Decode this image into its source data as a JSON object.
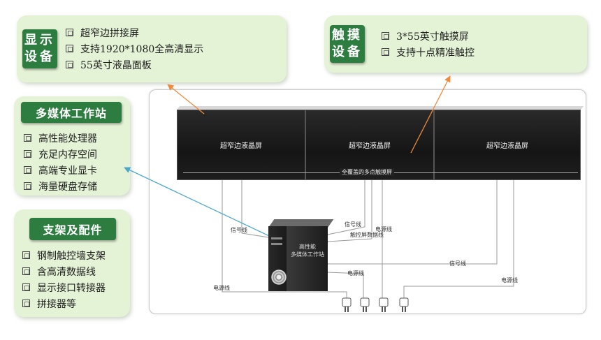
{
  "display_box": {
    "badge": "显示\n设备",
    "items": [
      "超窄边拼接屏",
      "支持1920*1080全高清显示",
      "55英寸液晶面板"
    ]
  },
  "touch_box": {
    "badge": "触摸\n设备",
    "items": [
      "3*55英寸触摸屏",
      "支持十点精准触控"
    ]
  },
  "media_box": {
    "badge": "多媒体工作站",
    "items": [
      "高性能处理器",
      "充足内存空间",
      "高端专业显卡",
      "海量硬盘存储"
    ]
  },
  "bracket_box": {
    "badge": "支架及配件",
    "items": [
      "钢制触控墙支架",
      "含高清数据线",
      "显示接口转接器",
      "拼接器等"
    ]
  },
  "screens": {
    "panel_labels": [
      "超窄边液晶屏",
      "超窄边液晶屏",
      "超窄边液晶屏"
    ],
    "touch_label": "全覆盖的多点触摸屏"
  },
  "workstation": {
    "label": "高性能\n多媒体工作站"
  },
  "cables": {
    "signal_left": "信号线",
    "signal_mid": "信号线",
    "touch_data": "触控屏数据线",
    "power_mid": "电源线",
    "power_pc": "电源线",
    "signal_right": "信号线",
    "power_right": "电源线",
    "power_left": "电源线"
  },
  "colors": {
    "badge_green": "#2e7d40",
    "box_fill": "#e4f2d6",
    "arrow_orange": "#f08a3c",
    "arrow_blue": "#4ba8cc"
  }
}
